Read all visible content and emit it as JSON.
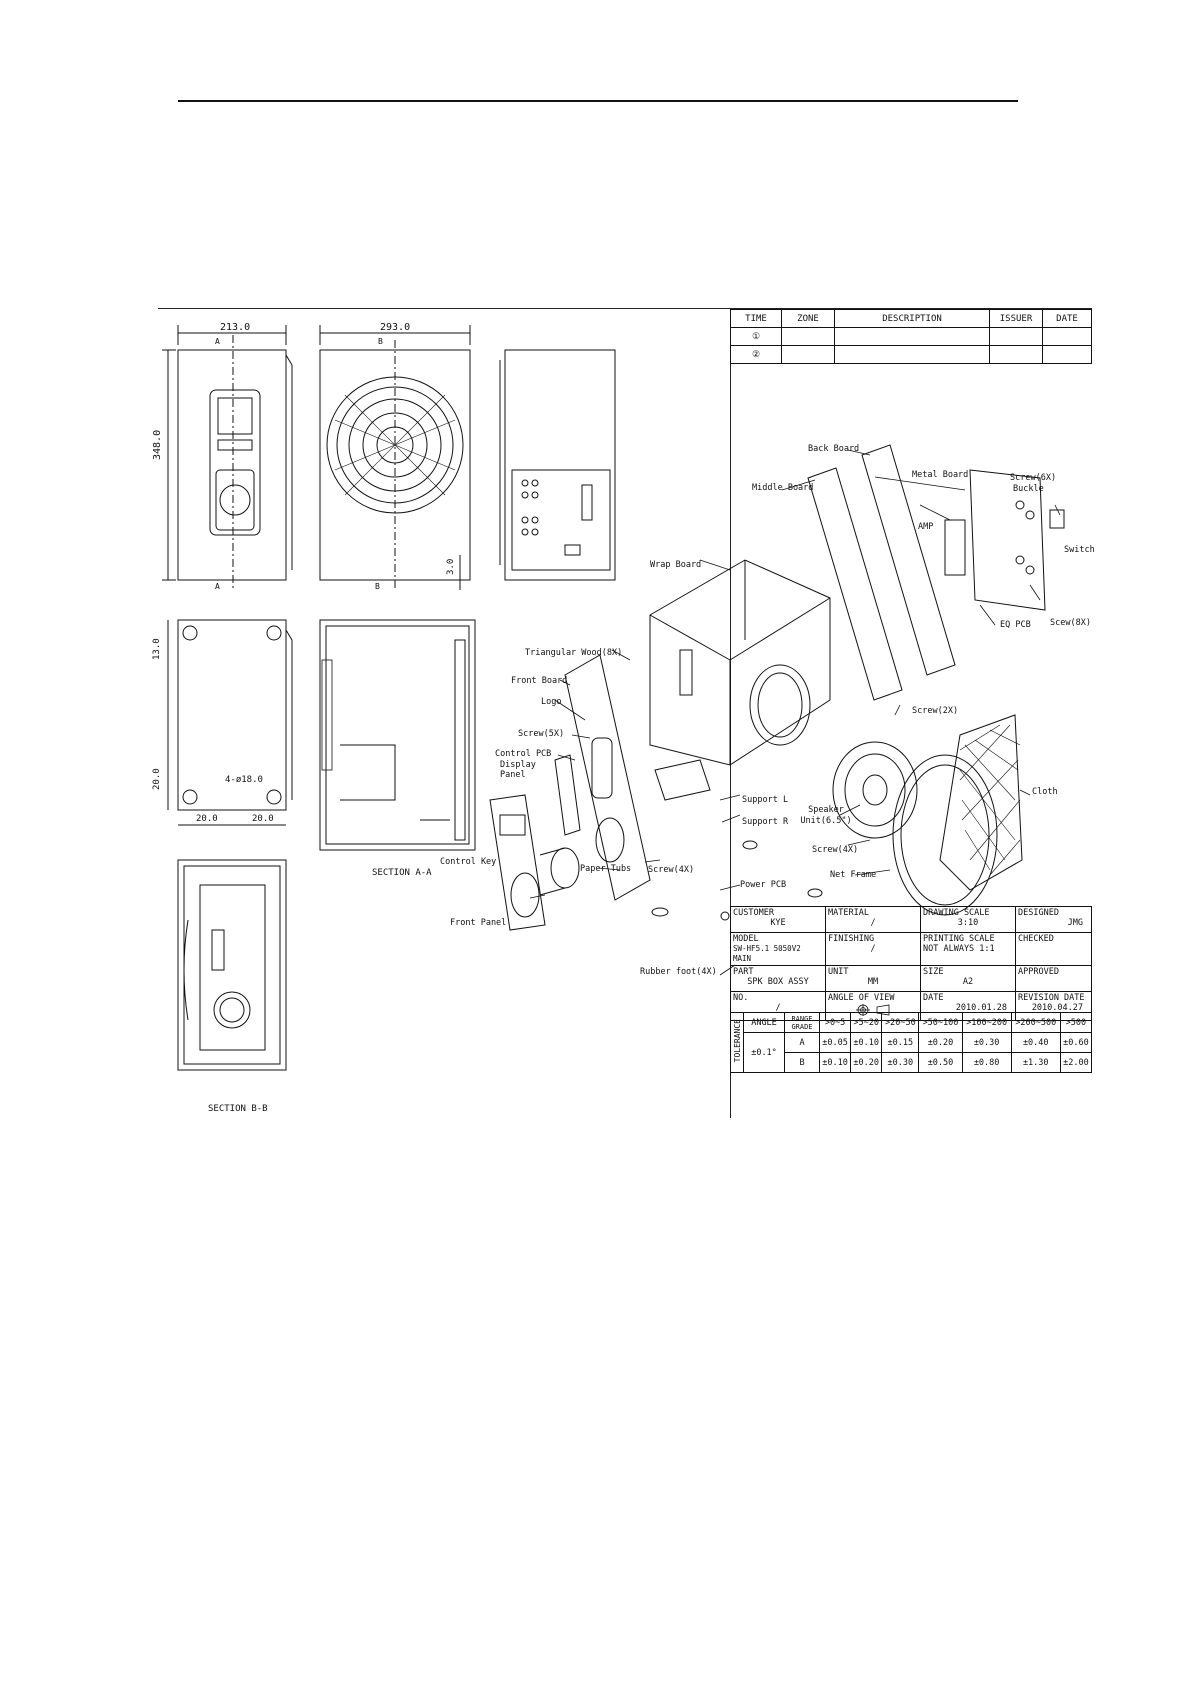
{
  "drawing": {
    "dims": {
      "width_front": "213.0",
      "width_side": "293.0",
      "height": "348.0",
      "foot_offset": "3.0",
      "foot_inset_top": "13.0",
      "foot_inset_side": "20.0",
      "foot_spacing_a": "20.0",
      "foot_spacing_b": "20.0",
      "foot_hole": "4-ø18.0"
    },
    "section_marks": {
      "a": "A",
      "b": "B"
    },
    "section_labels": {
      "aa": "SECTION A-A",
      "bb": "SECTION B-B"
    }
  },
  "parts": {
    "back_board": "Back Board",
    "metal_board": "Metal Board",
    "screw_6x": "Screw(6X)",
    "buckle": "Buckle",
    "middle_board": "Middle Board",
    "amp": "AMP",
    "switch": "Switch",
    "wrap_board": "Wrap Board",
    "eq_pcb": "EQ PCB",
    "screw_8x": "Scew(8X)",
    "triangular_wood": "Triangular Wood(8X)",
    "front_board": "Front Board",
    "logo": "Logo",
    "screw_2x": "Screw(2X)",
    "screw_5x": "Screw(5X)",
    "control_pcb": "Control PCB",
    "display_panel": "Display Panel",
    "cloth": "Cloth",
    "support_l": "Support L",
    "support_r": "Support R",
    "speaker_unit": "Speaker Unit(6.5\")",
    "screw_4x_a": "Screw(4X)",
    "screw_4x_b": "Screw(4X)",
    "control_key": "Control Key",
    "paper_tubs": "Paper Tubs",
    "power_pcb": "Power PCB",
    "net_frame": "Net Frame",
    "front_panel": "Front Panel",
    "rubber_foot": "Rubber foot(4X)"
  },
  "revision_table": {
    "headers": [
      "TIME",
      "ZONE",
      "DESCRIPTION",
      "ISSUER",
      "DATE"
    ],
    "rows": [
      [
        "①",
        "",
        "",
        "",
        ""
      ],
      [
        "②",
        "",
        "",
        "",
        ""
      ]
    ]
  },
  "title_block": {
    "customer_label": "CUSTOMER",
    "customer": "KYE",
    "material_label": "MATERIAL",
    "material": "/",
    "drawing_scale_label": "DRAWING SCALE",
    "drawing_scale": "3:10",
    "designed_label": "DESIGNED",
    "designed": "JMG",
    "model_label": "MODEL",
    "model": "SW-HF5.1 5050V2 MAIN",
    "finishing_label": "FINISHING",
    "finishing": "/",
    "printing_scale_label": "PRINTING SCALE",
    "printing_scale": "NOT ALWAYS 1:1",
    "checked_label": "CHECKED",
    "checked": "",
    "part_label": "PART",
    "part": "SPK BOX ASSY",
    "unit_label": "UNIT",
    "unit": "MM",
    "size_label": "SIZE",
    "size": "A2",
    "approved_label": "APPROVED",
    "approved": "",
    "no_label": "NO.",
    "no": "/",
    "angle_label": "ANGLE OF VIEW",
    "date_label": "DATE",
    "date": "2010.01.28",
    "revision_date_label": "REVISION DATE",
    "revision_date": "2010.04.27"
  },
  "tolerance": {
    "side_label": "TOLERANCE",
    "angle_label": "ANGLE",
    "range_label": "RANGE",
    "grade_label": "GRADE",
    "angle_value": "±0.1°",
    "ranges": [
      ">0~5",
      ">5~20",
      ">20~50",
      ">50~100",
      ">100~200",
      ">200~500",
      ">500"
    ],
    "rows": [
      {
        "grade": "A",
        "values": [
          "±0.05",
          "±0.10",
          "±0.15",
          "±0.20",
          "±0.30",
          "±0.40",
          "±0.60"
        ]
      },
      {
        "grade": "B",
        "values": [
          "±0.10",
          "±0.20",
          "±0.30",
          "±0.50",
          "±0.80",
          "±1.30",
          "±2.00"
        ]
      }
    ]
  }
}
